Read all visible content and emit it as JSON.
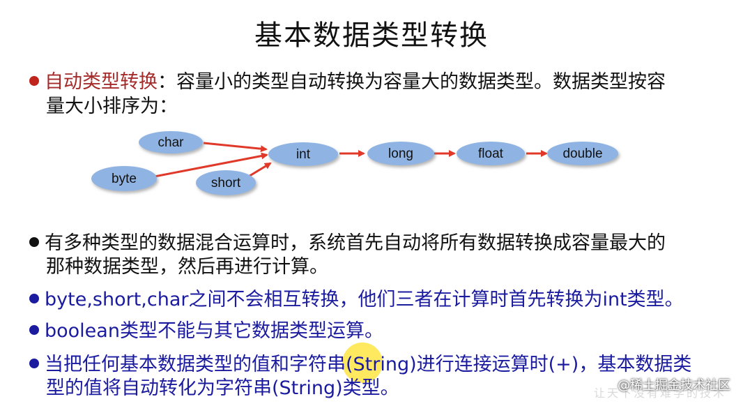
{
  "title": "基本数据类型转换",
  "bullets": {
    "auto": {
      "label": "自动类型转换",
      "line1": "：容量小的类型自动转换为容量大的数据类型。数据类型按容",
      "line2": "量大小排序为："
    },
    "mixed": {
      "line1": "有多种类型的数据混合运算时，系统首先自动将所有数据转换成容量最大的",
      "line2": "那种数据类型，然后再进行计算。"
    },
    "no_convert": "byte,short,char之间不会相互转换，他们三者在计算时首先转换为int类型。",
    "boolean": "boolean类型不能与其它数据类型运算。",
    "string": {
      "line1": "当把任何基本数据类型的值和字符串(String)进行连接运算时(+)，基本数据类",
      "line2": "型的值将自动转化为字符串(String)类型。"
    }
  },
  "diagram": {
    "nodes": {
      "char": "char",
      "byte": "byte",
      "short": "short",
      "int": "int",
      "long": "long",
      "float": "float",
      "double": "double"
    }
  },
  "colors": {
    "red_bullet": "#c0241c",
    "black_bullet": "#111111",
    "blue_bullet": "#1b1ba0",
    "node_fill": "#8fb4e3",
    "arrow": "#e0392a"
  },
  "watermark": "@稀土掘金技术社区",
  "faint_watermark": "让天下没有难学的技术"
}
